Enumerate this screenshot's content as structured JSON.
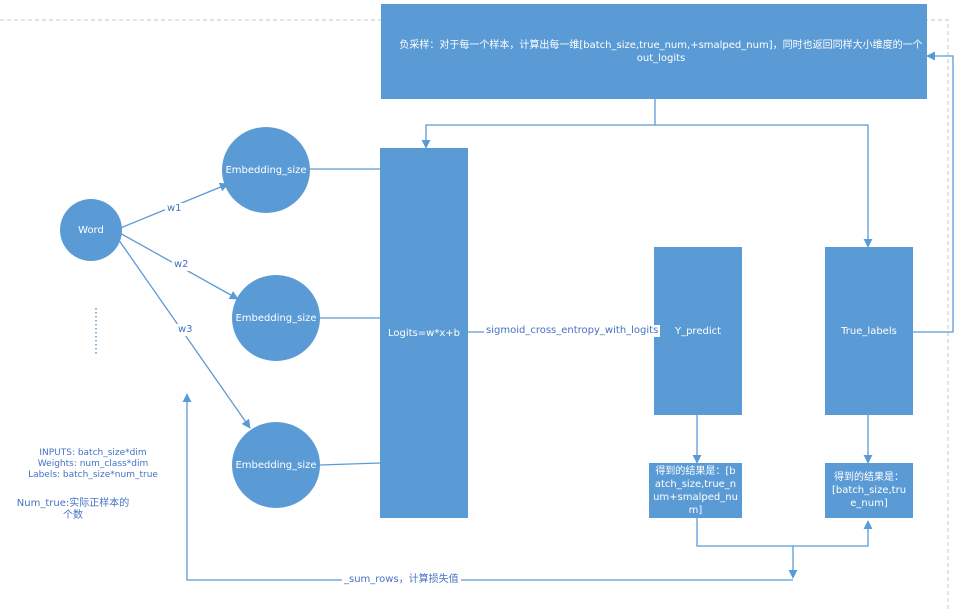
{
  "colors": {
    "node_fill": "#5b9bd5",
    "connector": "#5b9bd5",
    "label_text": "#4472c4",
    "page_border": "#c8c8c8"
  },
  "nodes": {
    "negative_sampling": "负采样：对于每一个样本，计算出每一维[batch_size,true_num,+smalped_num]，同时也返回同样大小维度的一个out_logits",
    "word": "Word",
    "embedding_1": "Embedding_size",
    "embedding_2": "Embedding_size",
    "embedding_3": "Embedding_size",
    "logits": "Logits=w*x+b",
    "y_predict": "Y_predict",
    "true_labels": "True_labels",
    "result_predict": "得到的结果是：[batch_size,true_num+smalped_num]",
    "result_true": "得到的结果是：[batch_size,true_num]"
  },
  "edge_labels": {
    "w1": "w1",
    "w2": "w2",
    "w3": "w3",
    "sigmoid": "sigmoid_cross_entropy_with_logits",
    "sum_rows": "_sum_rows，计算损失值"
  },
  "notes": {
    "line1": "INPUTS:  batch_size*dim",
    "line2": "Weights: num_class*dim",
    "line3": "Labels: batch_size*num_true",
    "num_true": "Num_true:实际正样本的个数"
  }
}
